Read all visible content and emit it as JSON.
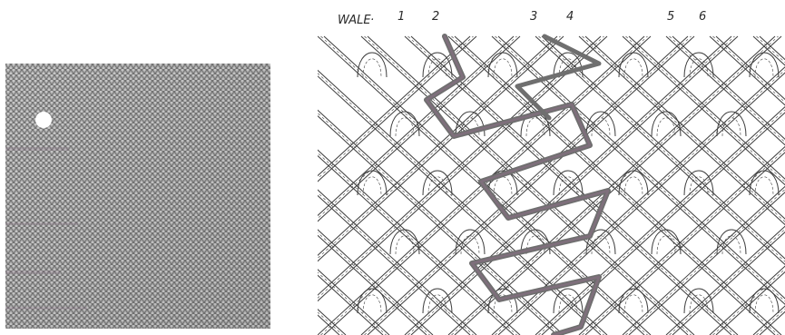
{
  "diagram": {
    "wale_label": "WALE",
    "wale_label_suffix": "·",
    "wale_numbers": [
      "1",
      "2",
      "3",
      "4",
      "5",
      "6"
    ]
  },
  "colors": {
    "paper": "#ffffff",
    "photo_base": "#9c9c9c",
    "photo_light": "#cfcfcf",
    "photo_dark": "#6a6a6a",
    "ink": "#3c3c3c",
    "thread_dark": "#6f6f6f",
    "thread_tint": "#8a6f86"
  }
}
